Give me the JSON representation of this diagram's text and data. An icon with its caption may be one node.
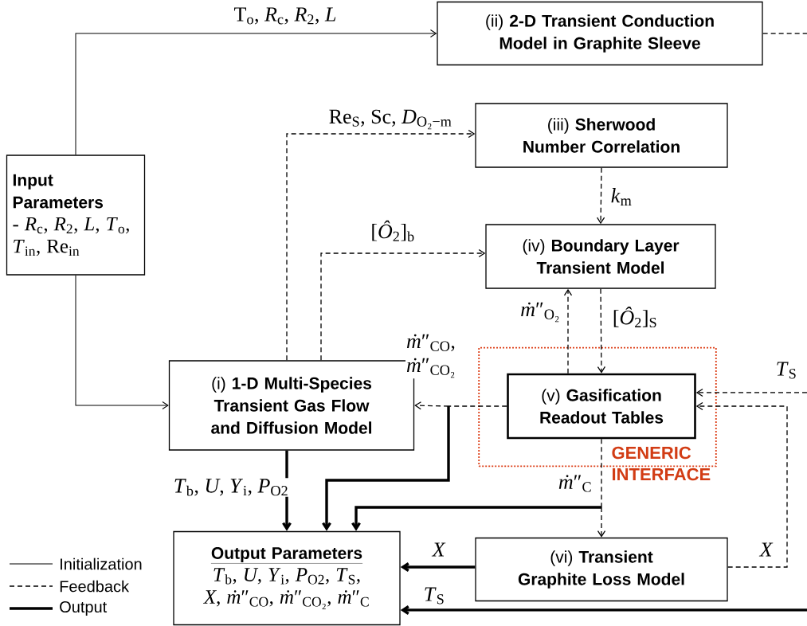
{
  "diagram": {
    "nodes": [
      {
        "text": [
          "Input Parameters",
          "- *R*$_{c}$, *R*$_{2}$, *L*, *T*$_{o}$, *T*$_{in}$, Re$_{in}$"
        ]
      },
      {
        "text": [
          "(ii) **2-D Transient Conduction Model in Graphite Sleeve**"
        ]
      },
      {
        "text": [
          "(iii) **Sherwood Number Correlation**"
        ]
      },
      {
        "text": [
          "(iv) **Boundary Layer Transient Model**"
        ]
      },
      {
        "text": [
          "(i) **1-D Multi-Species Transient Gas Flow and Diffusion Model**"
        ]
      },
      {
        "text": [
          "GENERIC INTERFACE"
        ]
      },
      {
        "text": [
          "(v) **Gasification Readout Tables**"
        ],
        "in": 5
      },
      {
        "text": [
          "Output Parameters",
          "*T*$_{b}$, *U*, *Y*$_{i}$, *P*$_{O2}$, *T*$_{S}$, *X*, *ṁ*″$_{CO}$, *ṁ*″$_{CO₂}$, *ṁ*″$_{C}$"
        ]
      },
      {
        "text": [
          "(vi) **Transient Graphite Loss Model**"
        ]
      }
    ],
    "edges": [
      {
        "from": 0,
        "to": 1,
        "arrow": "to",
        "label": "T$_{o}$, *R*$_{c}$, *R*$_{2}$, *L*"
      },
      {
        "from": 0,
        "to": 4,
        "arrow": "to"
      },
      {
        "from": 4,
        "to": 2,
        "arrow": "to",
        "style": "dashed",
        "label": "Re$_{S}$, Sc, *D*$_{O₂−m}$"
      },
      {
        "from": 4,
        "to": 3,
        "arrow": "to",
        "style": "dashed",
        "label": "[*Ô*$_{2}$]$_{b}$"
      },
      {
        "from": 2,
        "to": 3,
        "arrow": "to",
        "style": "dashed",
        "label": "*k*$_{m}$"
      },
      {
        "from": 6,
        "to": 3,
        "arrow": "to",
        "style": "dashed",
        "label": "*ṁ*″$_{O₂}$"
      },
      {
        "from": 3,
        "to": 6,
        "arrow": "to",
        "style": "dashed",
        "label": "[*Ô*$_{2}$]$_{S}$"
      },
      {
        "from": 6,
        "to": 4,
        "arrow": "to",
        "style": "dashed",
        "label": "*ṁ*″$_{CO}$, *ṁ*″$_{CO₂}$"
      },
      {
        "from": 6,
        "to": 7,
        "arrow": "to",
        "style": "thick"
      },
      {
        "from": 4,
        "to": 7,
        "arrow": "to",
        "style": "thick",
        "label": "*T*$_{b}$, *U*, *Y*$_{i}$, *P*$_{O2}$"
      },
      {
        "from": 6,
        "to": 8,
        "arrow": "to",
        "style": "dashed",
        "label": "*ṁ*″$_{C}$"
      },
      {
        "from": 6,
        "to": 7,
        "arrow": "to",
        "style": "thick"
      },
      {
        "from": 8,
        "to": 7,
        "arrow": "to",
        "style": "thick",
        "label": "*X*"
      },
      {
        "from": 8,
        "to": 6,
        "arrow": "to",
        "style": "dashed",
        "label": "*X*"
      },
      {
        "from": 1,
        "to": null,
        "arrow": "none",
        "style": "dashed"
      },
      {
        "from": null,
        "to": 6,
        "arrow": "to",
        "style": "dashed",
        "label": "*T*$_{S}$"
      },
      {
        "from": null,
        "to": 7,
        "arrow": "to",
        "style": "thick",
        "label": "*T*$_{S}$"
      }
    ],
    "legend": [
      {
        "text": "Initialization"
      },
      {
        "text": "Feedback"
      },
      {
        "text": "Output"
      }
    ]
  }
}
